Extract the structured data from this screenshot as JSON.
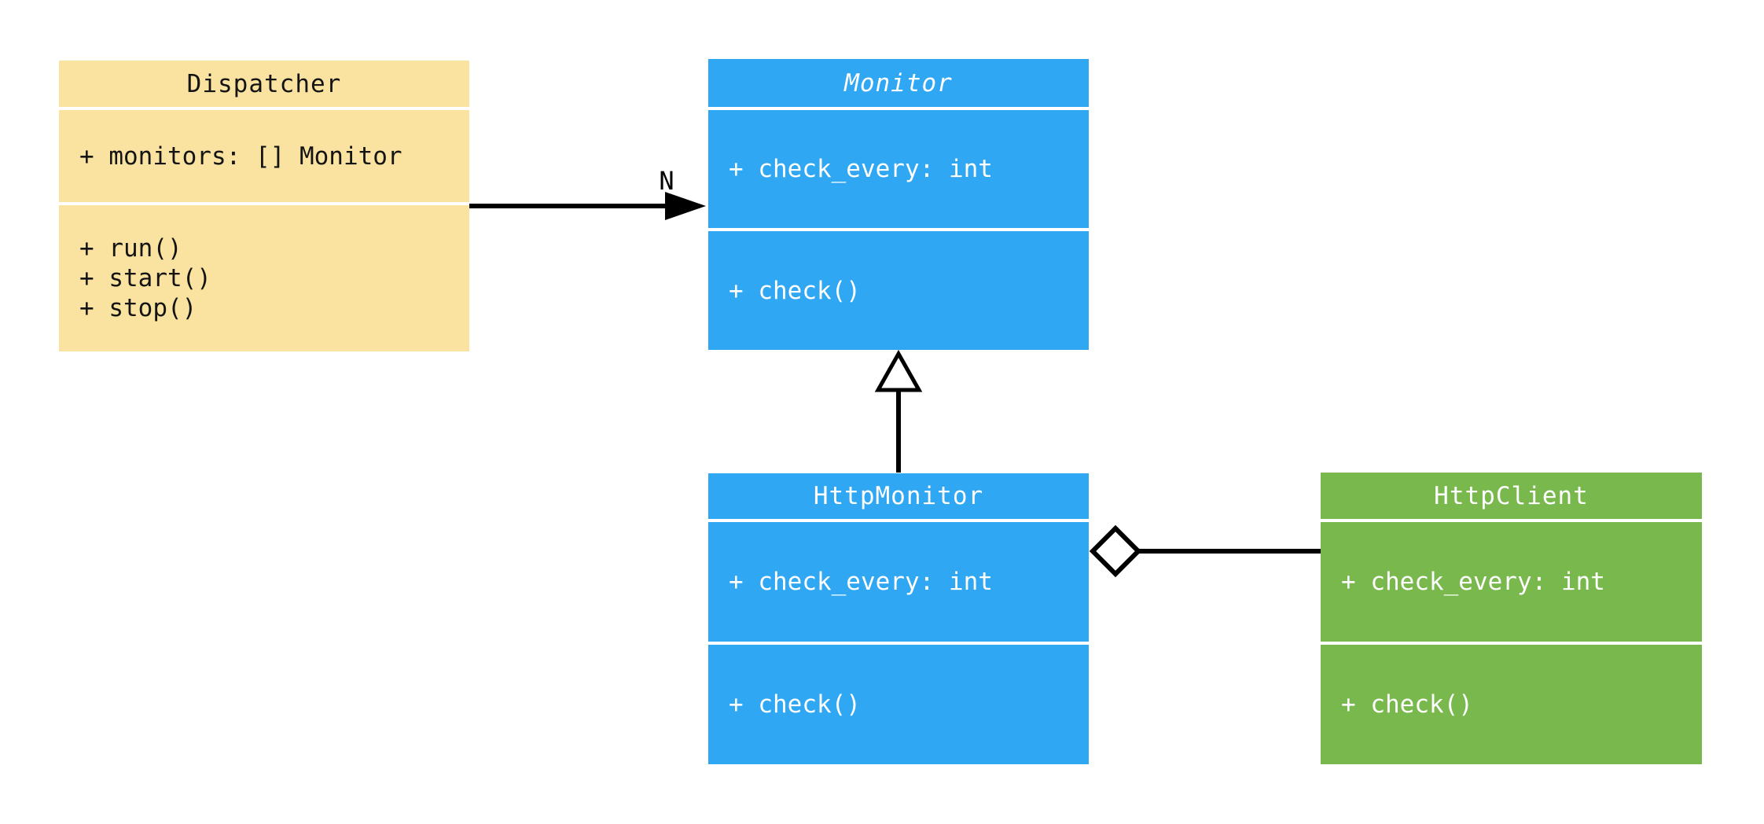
{
  "diagram": {
    "kind": "uml-class-diagram",
    "background": "#FFFFFF",
    "colors": {
      "class_yellow": "#FAE3A1",
      "class_blue": "#2FA7F3",
      "class_green": "#79B84D",
      "text_on_yellow": "#141414",
      "text_on_color": "#FFFFFF",
      "edge_line": "#000000"
    }
  },
  "classes": [
    {
      "name": "Dispatcher",
      "abstract": false,
      "fill": "#FAE3A1",
      "attributes": [
        "+ monitors: [] Monitor"
      ],
      "methods": [
        "+ run()",
        "+ start()",
        "+ stop()"
      ]
    },
    {
      "name": "Monitor",
      "abstract": true,
      "fill": "#2FA7F3",
      "attributes": [
        "+ check_every: int"
      ],
      "methods": [
        "+ check()"
      ]
    },
    {
      "name": "HttpMonitor",
      "abstract": false,
      "fill": "#2FA7F3",
      "attributes": [
        "+ check_every: int"
      ],
      "methods": [
        "+ check()"
      ]
    },
    {
      "name": "HttpClient",
      "abstract": false,
      "fill": "#79B84D",
      "attributes": [
        "+ check_every: int"
      ],
      "methods": [
        "+ check()"
      ]
    }
  ],
  "relationships": [
    {
      "type": "directed-association",
      "from": "Dispatcher",
      "to": "Monitor",
      "label": "N",
      "arrowhead": "filled-arrow"
    },
    {
      "type": "generalization",
      "from": "HttpMonitor",
      "to": "Monitor",
      "label": "",
      "arrowhead": "hollow-triangle"
    },
    {
      "type": "aggregation",
      "from": "HttpMonitor",
      "to": "HttpClient",
      "label": "",
      "arrowhead": "hollow-diamond"
    }
  ]
}
